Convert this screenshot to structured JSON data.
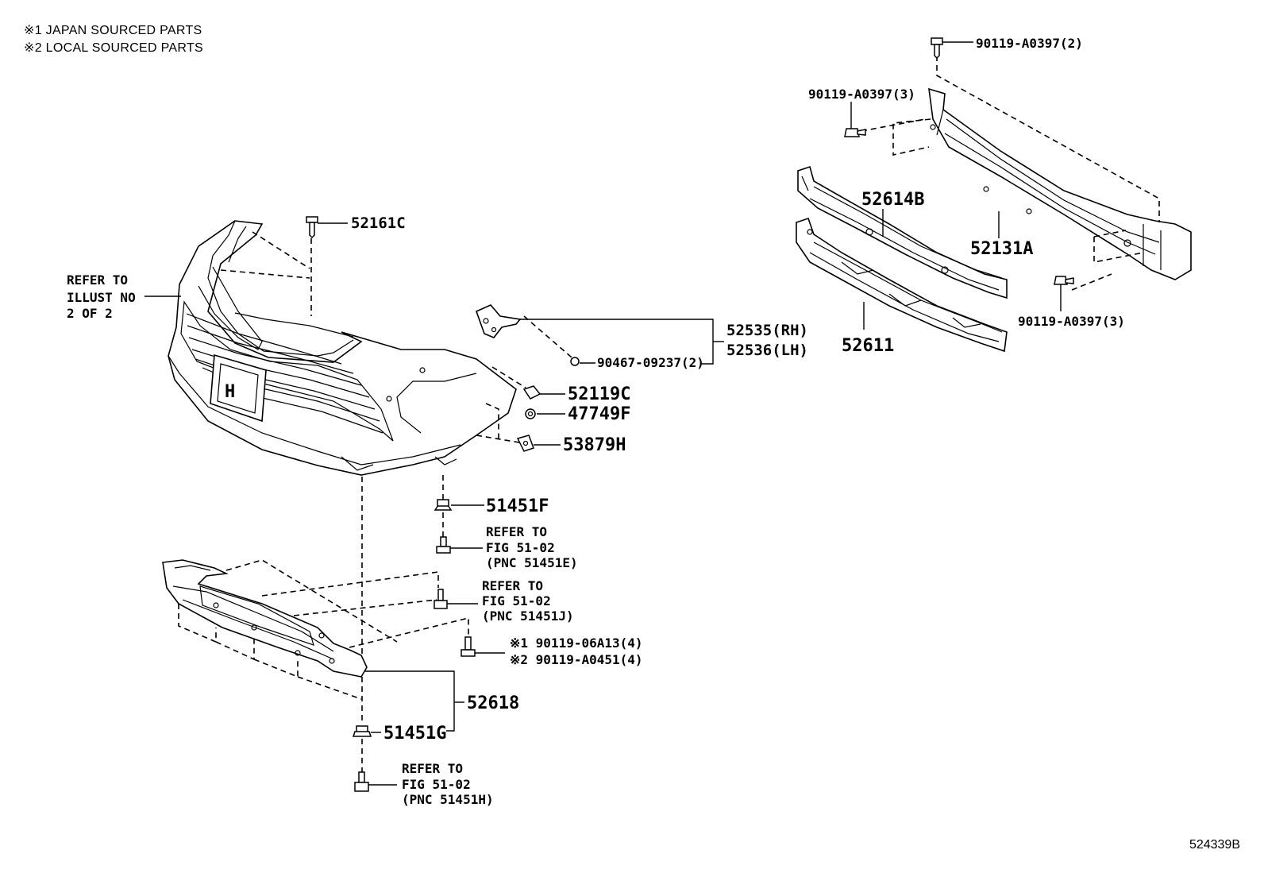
{
  "legend": {
    "line1": "※1 JAPAN SOURCED PARTS",
    "line2": "※2 LOCAL SOURCED PARTS"
  },
  "diagram_id": "524339B",
  "callouts": {
    "p52161C": "52161C",
    "refer_illust_1": "REFER TO",
    "refer_illust_2": "ILLUST NO",
    "refer_illust_3": "2 OF 2",
    "p52535": "52535(RH)",
    "p52536": "52536(LH)",
    "p90467": "90467-09237(2)",
    "p52119C": "52119C",
    "p47749F": "47749F",
    "p53879H": "53879H",
    "p51451F": "51451F",
    "ref_e_1": "REFER TO",
    "ref_e_2": "FIG 51-02",
    "ref_e_3": "(PNC 51451E)",
    "ref_j_1": "REFER TO",
    "ref_j_2": "FIG 51-02",
    "ref_j_3": "(PNC 51451J)",
    "p90119_06A13": "※1 90119-06A13(4)",
    "p90119_A0451": "※2 90119-A0451(4)",
    "p52618": "52618",
    "p51451G": "51451G",
    "ref_h_1": "REFER TO",
    "ref_h_2": "FIG 51-02",
    "ref_h_3": "(PNC 51451H)",
    "p90119_A0397_2": "90119-A0397(2)",
    "p90119_A0397_3a": "90119-A0397(3)",
    "p90119_A0397_3b": "90119-A0397(3)",
    "p52614B": "52614B",
    "p52131A": "52131A",
    "p52611": "52611"
  }
}
